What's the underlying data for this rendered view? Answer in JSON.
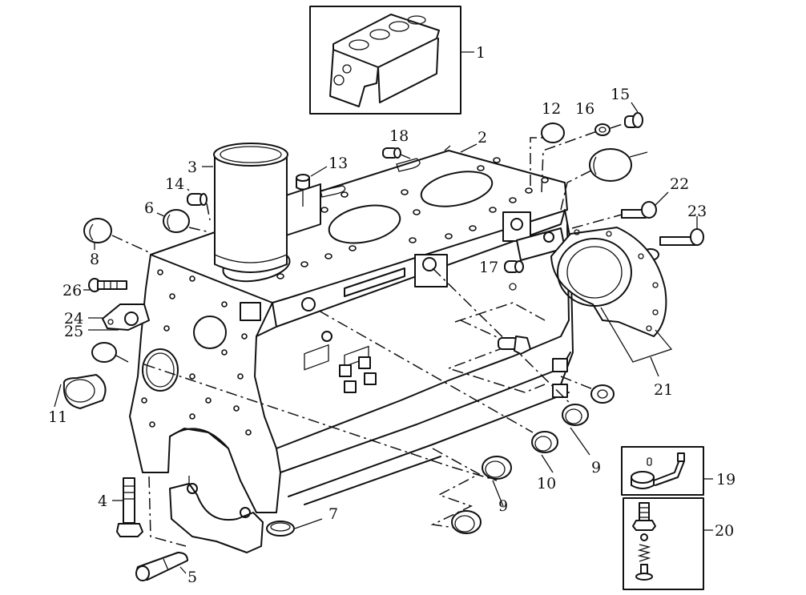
{
  "diagram": {
    "title": "Cylinder block exploded view",
    "ink_color": "#111111",
    "background": "#ffffff",
    "callouts": [
      {
        "id": "1",
        "part": "cylinder-block-assembly"
      },
      {
        "id": "2",
        "part": "cylinder-block"
      },
      {
        "id": "3",
        "part": "cylinder-liner"
      },
      {
        "id": "4",
        "part": "main-bearing-cap-bolt"
      },
      {
        "id": "5",
        "part": "dowel-pin"
      },
      {
        "id": "6",
        "part": "expansion-plug"
      },
      {
        "id": "7",
        "part": "bushing"
      },
      {
        "id": "8",
        "part": "expansion-plug"
      },
      {
        "id": "9",
        "part": "camshaft-bushing"
      },
      {
        "id": "10",
        "part": "camshaft-bushing"
      },
      {
        "id": "11",
        "part": "bearing-shell"
      },
      {
        "id": "12",
        "part": "plug"
      },
      {
        "id": "13",
        "part": "sleeve"
      },
      {
        "id": "14",
        "part": "threaded-plug"
      },
      {
        "id": "15",
        "part": "threaded-plug"
      },
      {
        "id": "16",
        "part": "washer"
      },
      {
        "id": "17",
        "part": "threaded-plug"
      },
      {
        "id": "18",
        "part": "threaded-plug"
      },
      {
        "id": "19",
        "part": "piston-cooling-nozzle"
      },
      {
        "id": "20",
        "part": "valve-assembly"
      },
      {
        "id": "21",
        "part": "rear-seal-housing"
      },
      {
        "id": "22",
        "part": "screw"
      },
      {
        "id": "23",
        "part": "screw"
      },
      {
        "id": "24",
        "part": "gasket"
      },
      {
        "id": "25",
        "part": "cover-plate"
      },
      {
        "id": "26",
        "part": "screw"
      }
    ],
    "labels": {
      "c1": "1",
      "c2": "2",
      "c3": "3",
      "c4": "4",
      "c5": "5",
      "c6": "6",
      "c7": "7",
      "c8": "8",
      "c9a": "9",
      "c9b": "9",
      "c10": "10",
      "c11": "11",
      "c12": "12",
      "c13": "13",
      "c14": "14",
      "c15": "15",
      "c16": "16",
      "c17": "17",
      "c18": "18",
      "c19": "19",
      "c20": "20",
      "c21": "21",
      "c22": "22",
      "c23": "23",
      "c24": "24",
      "c25": "25",
      "c26": "26"
    }
  }
}
